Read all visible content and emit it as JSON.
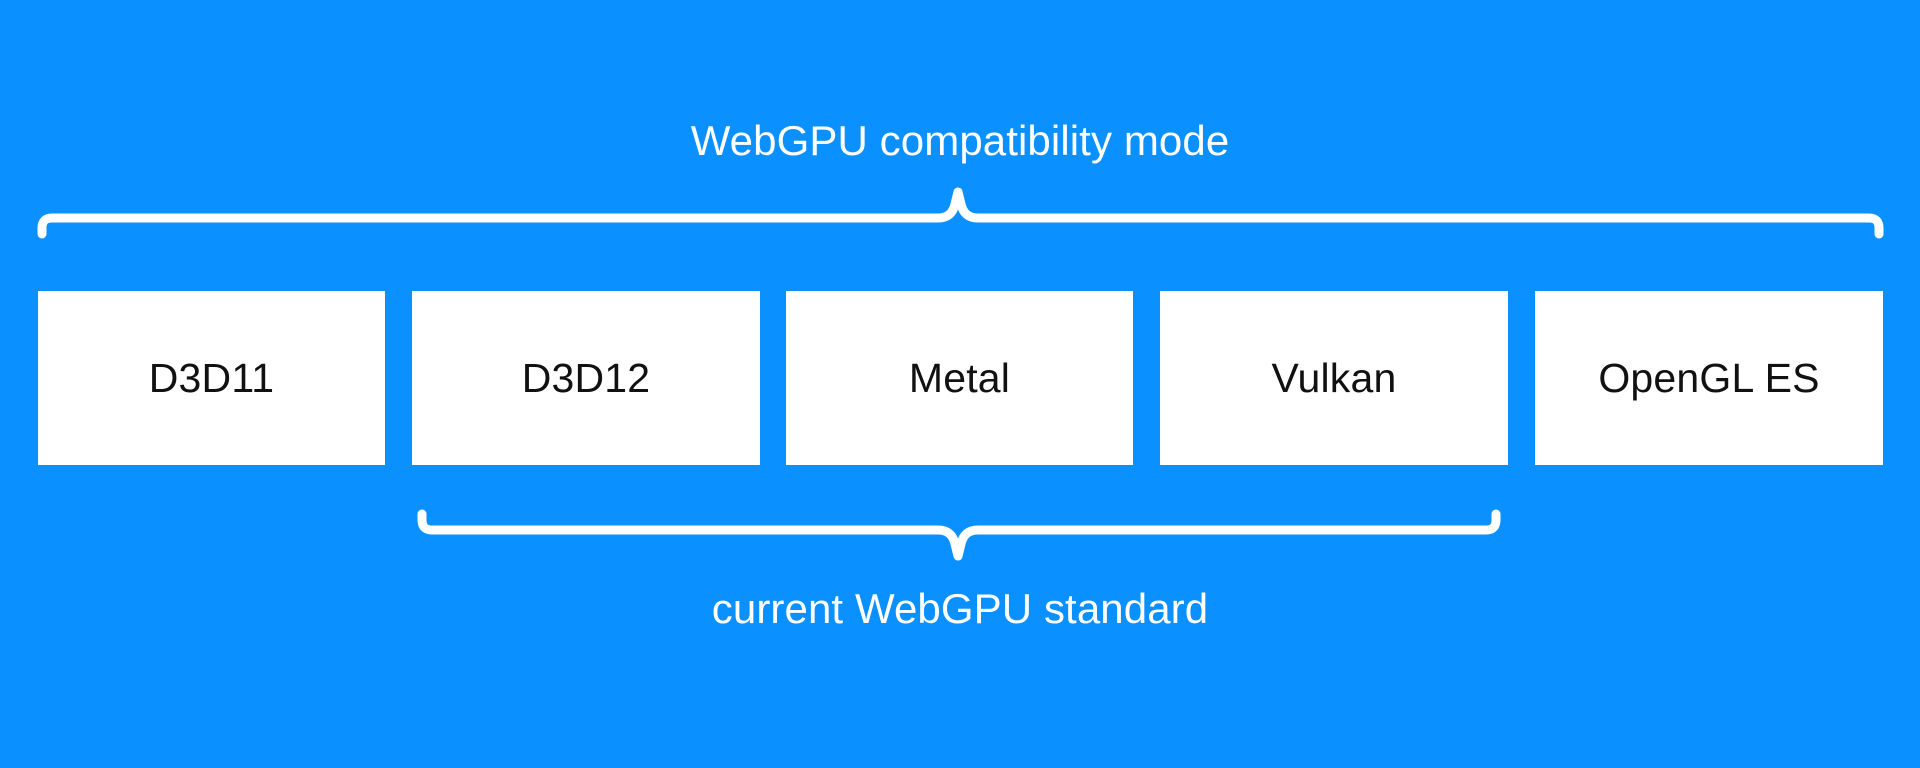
{
  "diagram": {
    "background_color": "#0B90FF",
    "box_fill_color": "#FFFFFF",
    "box_text_color": "#111111",
    "label_text_color": "#FFFFFF",
    "brace_color": "#FFFFFF",
    "top_group": {
      "label": "WebGPU compatibility mode",
      "covers": [
        "D3D11",
        "D3D12",
        "Metal",
        "Vulkan",
        "OpenGL ES"
      ]
    },
    "bottom_group": {
      "label": "current WebGPU standard",
      "covers": [
        "D3D12",
        "Metal",
        "Vulkan"
      ]
    },
    "boxes": [
      {
        "label": "D3D11"
      },
      {
        "label": "D3D12"
      },
      {
        "label": "Metal"
      },
      {
        "label": "Vulkan"
      },
      {
        "label": "OpenGL ES"
      }
    ]
  }
}
